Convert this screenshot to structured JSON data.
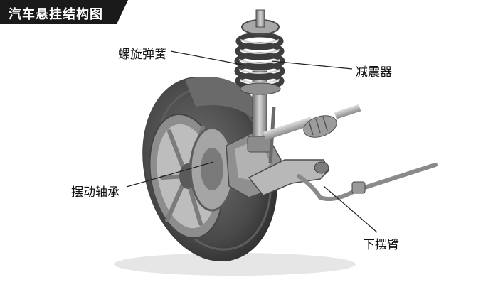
{
  "title": "汽车悬挂结构图",
  "labels": {
    "coil_spring": "螺旋弹簧",
    "shock_absorber": "减震器",
    "swing_bearing": "摆动轴承",
    "lower_control_arm": "下摆臂"
  },
  "colors": {
    "title_bg": "#1a1a1a",
    "title_text": "#ffffff",
    "tire": "#4a4a4a",
    "metal": "#9a9a9a"
  }
}
